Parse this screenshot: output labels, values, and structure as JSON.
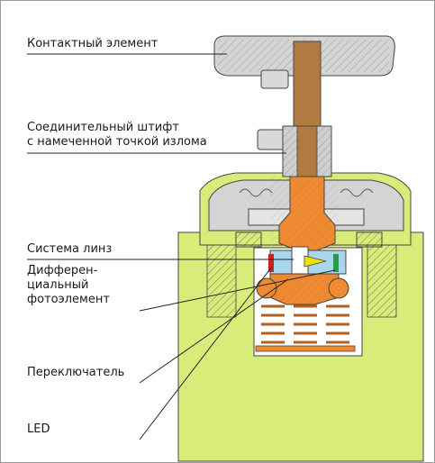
{
  "labels": {
    "contact_element": "Контактный элемент",
    "pin_line1": "Соединительный штифт",
    "pin_line2": "с намеченной точкой излома",
    "lens_system": "Система линз",
    "photo_line1": "Дифферен-",
    "photo_line2": "циальный",
    "photo_line3": "фотоэлемент",
    "switch": "Переключатель",
    "led": "LED"
  },
  "colors": {
    "housing_green": "#d8ec7a",
    "housing_green_dark": "#c4d85c",
    "cap_gray": "#d4d4d4",
    "bronze": "#b07a40",
    "orange": "#f08a30",
    "blue": "#a9d6ea",
    "yellow": "#f0e000",
    "red": "#d02020",
    "green": "#20a040"
  }
}
